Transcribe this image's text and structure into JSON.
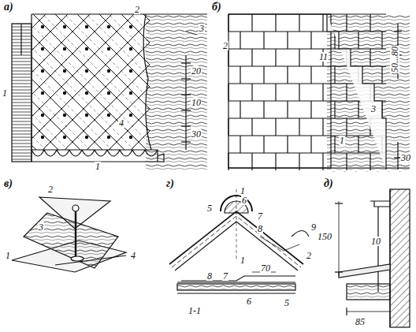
{
  "diagram": {
    "labels": [
      "а)",
      "2",
      "3",
      "20",
      "10",
      "30",
      "1",
      "4",
      "1",
      "б)",
      "2",
      "11",
      "50...80",
      "3",
      "1",
      "30",
      "в)",
      "2",
      "3",
      "1",
      "4",
      "г)",
      "1",
      "6",
      "5",
      "7",
      "8",
      "9",
      "2",
      "1",
      "1-1",
      "70",
      "8",
      "7",
      "6",
      "5",
      "д)",
      "10",
      "150",
      "85"
    ]
  }
}
